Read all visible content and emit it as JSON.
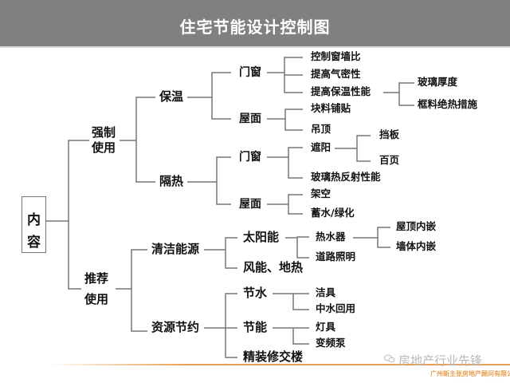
{
  "header": {
    "title": "住宅节能设计控制图"
  },
  "diagram": {
    "root": {
      "line1": "内",
      "line2": "容"
    },
    "mandatory": {
      "line1": "强制",
      "line2": "使用",
      "insulation": {
        "label": "保温",
        "windows": {
          "label": "门窗",
          "items": [
            "控制窗墙比",
            "提高气密性",
            "提高保温性能"
          ],
          "sub": [
            "玻璃厚度",
            "框料绝热措施"
          ]
        },
        "roof": {
          "label": "屋面",
          "items": [
            "块料铺贴",
            "吊顶"
          ]
        }
      },
      "heat_proof": {
        "label": "隔热",
        "windows": {
          "label": "门窗",
          "items": [
            "遮阳",
            "玻璃热反射性能"
          ],
          "sub": [
            "挡板",
            "百页"
          ]
        },
        "roof": {
          "label": "屋面",
          "items": [
            "架空",
            "蓄水/绿化"
          ]
        }
      }
    },
    "recommended": {
      "line1": "推荐",
      "line2": "使用",
      "clean_energy": {
        "label": "清洁能源",
        "solar": {
          "label": "太阳能",
          "items": [
            "热水器",
            "道路照明"
          ],
          "sub": [
            "屋顶内嵌",
            "墙体内嵌"
          ]
        },
        "wind": "风能、地热"
      },
      "resource_saving": {
        "label": "资源节约",
        "water": {
          "label": "节水",
          "items": [
            "洁具",
            "中水回用"
          ]
        },
        "energy": {
          "label": "节能",
          "items": [
            "灯具",
            "变频泵"
          ]
        },
        "fitout": "精装修交楼"
      }
    }
  },
  "footer": {
    "brand": "房地产行业先锋",
    "company": "广州新主张房地产顾问有限公司",
    "accent_color": "#e8a050"
  }
}
